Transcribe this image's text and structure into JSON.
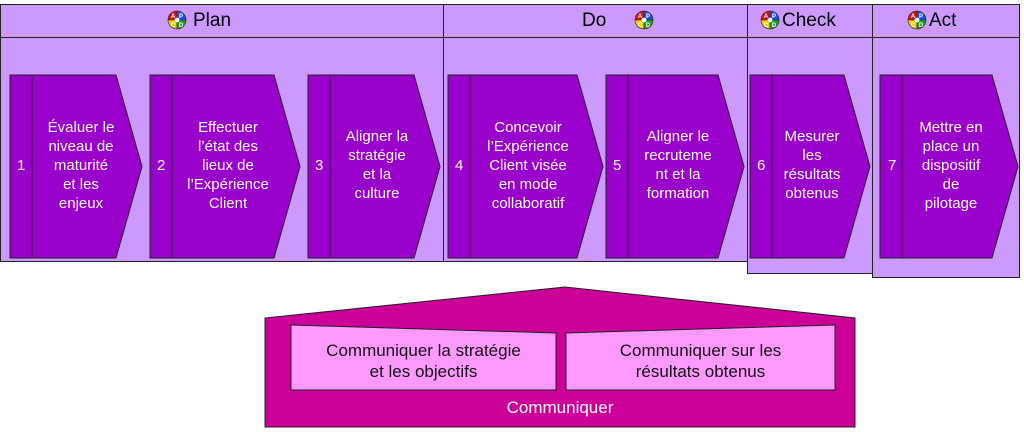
{
  "pdca_icon": {
    "letters": [
      "A",
      "P",
      "C",
      "D"
    ],
    "colors": [
      "#e01010",
      "#2050e0",
      "#f0d000",
      "#20a020"
    ]
  },
  "phases": [
    {
      "title": "Plan"
    },
    {
      "title": "Do"
    },
    {
      "title": "Check"
    },
    {
      "title": "Act"
    }
  ],
  "steps": [
    {
      "num": "1",
      "label": "Évaluer le\nniveau de\nmaturité\net les\nenjeux"
    },
    {
      "num": "2",
      "label": "Effectuer\nl’état des\nlieux de\nl’Expérience\nClient"
    },
    {
      "num": "3",
      "label": "Aligner la\nstratégie\net la\nculture"
    },
    {
      "num": "4",
      "label": "Concevoir\nl’Expérience\nClient visée\nen mode\ncollaboratif"
    },
    {
      "num": "5",
      "label": "Aligner le\nrecruteme\nnt et la\nformation"
    },
    {
      "num": "6",
      "label": "Mesurer\nles\nrésultats\nobtenus"
    },
    {
      "num": "7",
      "label": "Mettre en\nplace un\ndispositif\nde\npilotage"
    }
  ],
  "communication": {
    "main_label": "Communiquer",
    "items": [
      {
        "label": "Communiquer la stratégie\net les objectifs"
      },
      {
        "label": "Communiquer sur les\nrésultats obtenus"
      }
    ]
  },
  "colors": {
    "phase_bg": "#cc99ff",
    "step_fill": "#9900cc",
    "comm_outer": "#cc0099",
    "comm_inner": "#ff99ff"
  }
}
